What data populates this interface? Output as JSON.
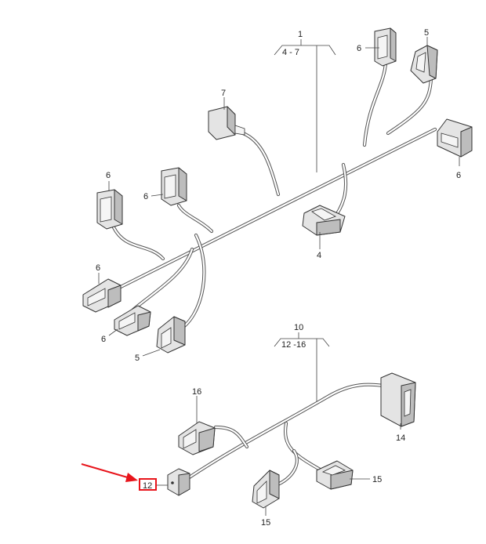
{
  "callouts": {
    "c1": "1",
    "c1_range": "4 - 7",
    "c10": "10",
    "c10_range": "12 -16",
    "c4": "4",
    "c5a": "5",
    "c5b": "5",
    "c6a": "6",
    "c6b": "6",
    "c6c": "6",
    "c6d": "6",
    "c6e": "6",
    "c6f": "6",
    "c7": "7",
    "c12": "12",
    "c14": "14",
    "c15a": "15",
    "c15b": "15",
    "c16": "16"
  },
  "colors": {
    "highlight": "#e8141b",
    "line": "#333333",
    "part_fill": "#e4e4e4"
  }
}
